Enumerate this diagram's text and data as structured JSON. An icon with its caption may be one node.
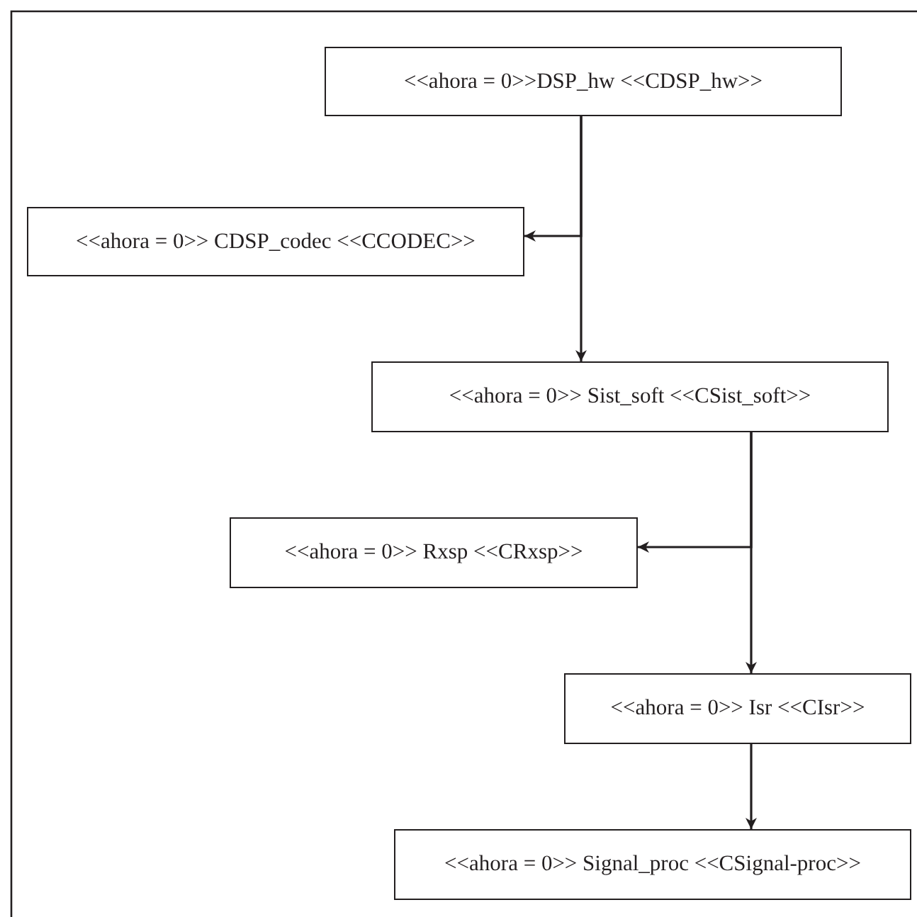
{
  "diagram": {
    "nodes": [
      {
        "text": [
          "<<ahora = 0>>DSP_hw <<CDSP_hw>>"
        ]
      },
      {
        "text": [
          "<<ahora = 0>> CDSP_codec <<CCODEC>>"
        ]
      },
      {
        "text": [
          "<<ahora = 0>> Sist_soft <<CSist_soft>>"
        ]
      },
      {
        "text": [
          "<<ahora = 0>> Rxsp <<CRxsp>>"
        ]
      },
      {
        "text": [
          "<<ahora = 0>> Isr <<CIsr>>"
        ]
      },
      {
        "text": [
          "<<ahora = 0>> Signal_proc <<CSignal-proc>>"
        ]
      }
    ],
    "edges": [
      {
        "from": 0,
        "to": 1,
        "arrow": "to"
      },
      {
        "from": 0,
        "to": 2,
        "arrow": "to"
      },
      {
        "from": 2,
        "to": 3,
        "arrow": "to"
      },
      {
        "from": 2,
        "to": 4,
        "arrow": "to"
      },
      {
        "from": 4,
        "to": 5,
        "arrow": "to"
      }
    ]
  }
}
